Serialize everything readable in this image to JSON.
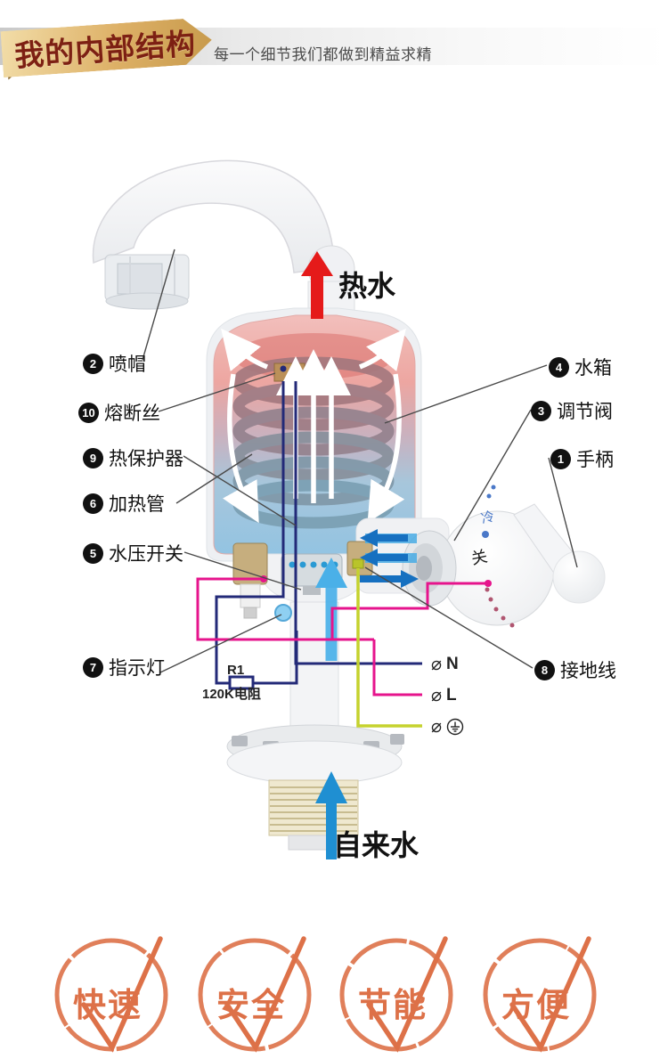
{
  "header": {
    "title": "我的内部结构",
    "subtitle": "每一个细节我们都做到精益求精"
  },
  "diagram": {
    "flow_labels": {
      "hot_water": "热水",
      "tap_water": "自来水"
    },
    "valve_dial": {
      "cold": "冷",
      "off": "关"
    },
    "resistor": {
      "designator": "R1",
      "value": "120K电阻"
    },
    "terminals": [
      {
        "prefix": "⌀",
        "label": "N"
      },
      {
        "prefix": "⌀",
        "label": "L"
      },
      {
        "prefix": "⌀",
        "label": "⏚"
      }
    ],
    "parts": [
      {
        "num": "2",
        "label": "喷帽"
      },
      {
        "num": "10",
        "label": "熔断丝"
      },
      {
        "num": "9",
        "label": "热保护器"
      },
      {
        "num": "6",
        "label": "加热管"
      },
      {
        "num": "5",
        "label": "水压开关"
      },
      {
        "num": "7",
        "label": "指示灯"
      },
      {
        "num": "4",
        "label": "水箱"
      },
      {
        "num": "3",
        "label": "调节阀"
      },
      {
        "num": "1",
        "label": "手柄"
      },
      {
        "num": "8",
        "label": "接地线"
      }
    ]
  },
  "stamps": [
    {
      "label": "快速"
    },
    {
      "label": "安全"
    },
    {
      "label": "节能"
    },
    {
      "label": "方便"
    }
  ],
  "colors": {
    "stamp_orange": "#dd7148",
    "banner_gold": "#ddb066",
    "banner_text": "#7d2013",
    "hot_red": "#e51a1a",
    "water_blue": "#1f8fd2",
    "wire_live_magenta": "#e6148c",
    "wire_neutral_navy": "#232a78",
    "wire_earth_yellowgreen": "#c5d22e"
  }
}
